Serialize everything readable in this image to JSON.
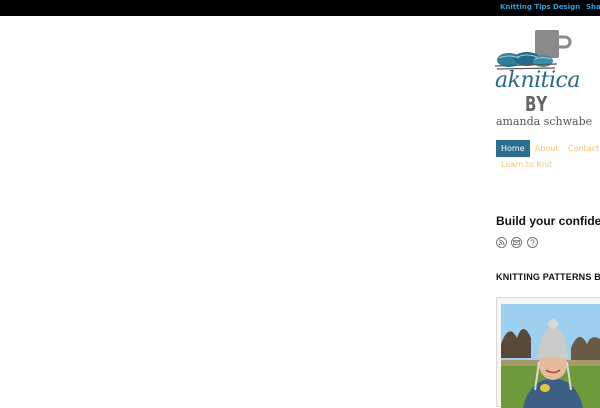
{
  "topnav": {
    "links": [
      {
        "label": "Knitting Tips"
      },
      {
        "label": "Design"
      },
      {
        "label": "Shar"
      }
    ]
  },
  "logo": {
    "brand": "aknitica",
    "by": "BY",
    "author": "amanda schwabe"
  },
  "nav": {
    "items": [
      {
        "label": "Home",
        "active": true
      },
      {
        "label": "About"
      },
      {
        "label": "Contact"
      }
    ],
    "row2": "Learn to Knit"
  },
  "tagline": "Build your confidence",
  "social": {
    "icons": [
      "rss-icon",
      "email-icon",
      "help-icon"
    ]
  },
  "patterns_section": {
    "title": "KNITTING PATTERNS BY A"
  },
  "colors": {
    "topbar": "#000000",
    "toplink": "#2e9fd6",
    "nav_active_bg": "#2c6e8f",
    "nav_link": "#f0c47a",
    "brand_blue": "#2b6a86"
  }
}
